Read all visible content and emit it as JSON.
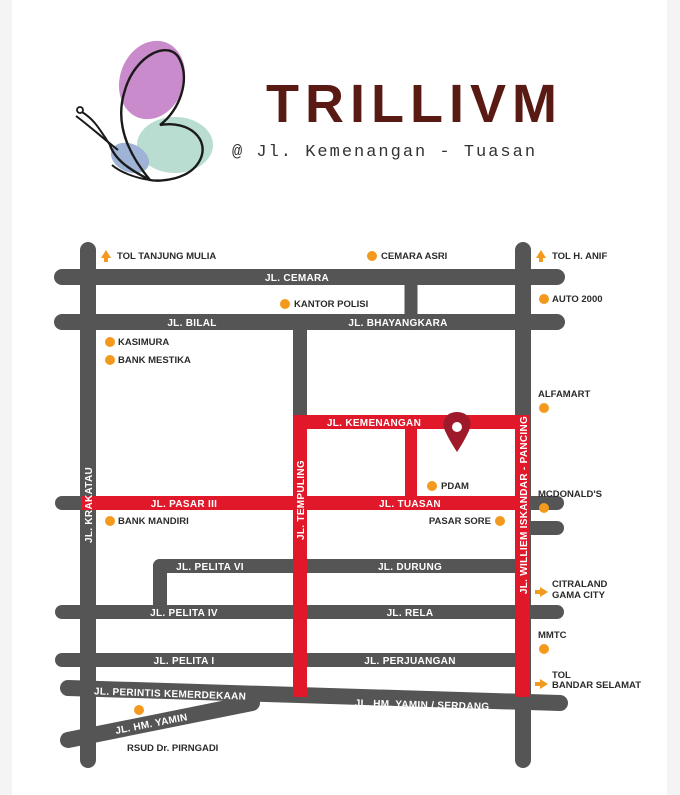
{
  "brand": {
    "title": "TRILLIVM",
    "subtitle": "@ Jl. Kemenangan - Tuasan"
  },
  "colors": {
    "road_grey": "#555555",
    "road_red": "#e0182a",
    "poi_orange": "#f39a1e",
    "pin": "#9e1a2a",
    "title": "#5a1a14",
    "butterfly_pink": "#c98bcb",
    "butterfly_mint": "#b9ddd0",
    "butterfly_blue": "#9eb3d6"
  },
  "roads": {
    "cemara": "JL. CEMARA",
    "bilal": "JL. BILAL",
    "bhayangkara": "JL. BHAYANGKARA",
    "kemenangan": "JL. KEMENANGAN",
    "pasar_iii": "JL. PASAR III",
    "tuasan": "JL. TUASAN",
    "pelita_vi": "JL. PELITA VI",
    "durung": "JL. DURUNG",
    "pelita_iv": "JL. PELITA IV",
    "rela": "JL. RELA",
    "pelita_i": "JL. PELITA I",
    "perjuangan": "JL. PERJUANGAN",
    "perintis": "JL. PERINTIS KEMERDEKAAN",
    "hm_yamin": "JL. HM. YAMIN",
    "hm_yamin_serdang": "JL. HM. YAMIN / SERDANG",
    "krakatau": "JL. KRAKATAU",
    "tempuling": "JL. TEMPULING",
    "william": "JL. WILLIEM ISKANDAR - PANCING"
  },
  "places": {
    "tol_tanjung_mulia": "TOL TANJUNG MULIA",
    "cemara_asri": "CEMARA ASRI",
    "tol_h_anif": "TOL H. ANIF",
    "kantor_polisi": "KANTOR POLISI",
    "auto_2000": "AUTO 2000",
    "kasimura": "KASIMURA",
    "bank_mestika": "BANK MESTIKA",
    "alfamart": "ALFAMART",
    "pdam": "PDAM",
    "mcdonalds": "MCDONALD'S",
    "bank_mandiri": "BANK MANDIRI",
    "pasar_sore": "PASAR SORE",
    "citraland_1": "CITRALAND",
    "citraland_2": "GAMA CITY",
    "mmtc": "MMTC",
    "tol_bandar_1": "TOL",
    "tol_bandar_2": "BANDAR SELAMAT",
    "rsud": "RSUD Dr. PIRNGADI"
  },
  "icons": {
    "highway": "arrow-up-icon",
    "exit": "arrow-right-icon",
    "poi": "orange-dot-icon",
    "location": "map-pin-icon",
    "logo": "butterfly-icon"
  }
}
